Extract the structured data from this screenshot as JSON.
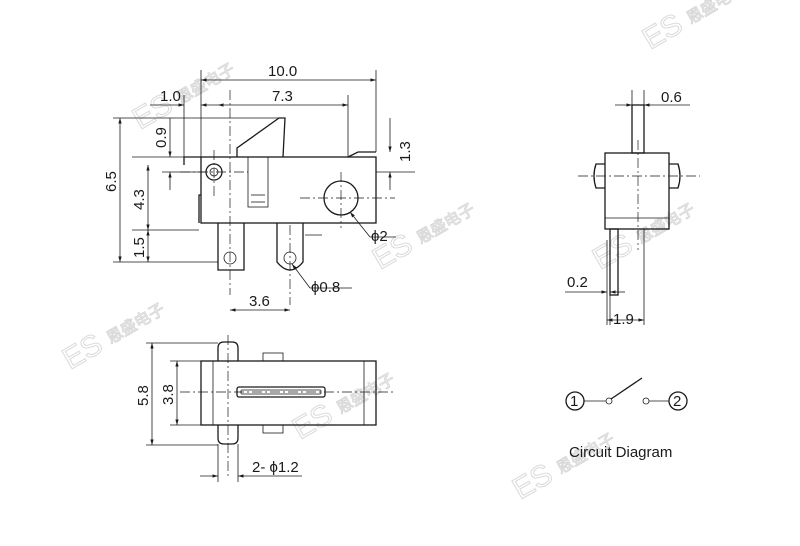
{
  "dimensions": {
    "overall_length": "10.0",
    "left_offset": "1.0",
    "body_length": "7.3",
    "lever_offset": "0.9",
    "total_height": "6.5",
    "body_height": "4.3",
    "terminal_length": "1.5",
    "lever_top": "1.3",
    "mount_hole": "ϕ2",
    "terminal_hole": "ϕ0.8",
    "terminal_pitch": "3.6",
    "shaft_width": "0.6",
    "tab_thickness": "0.2",
    "side_depth": "1.9",
    "width_outer": "5.8",
    "width_inner": "3.8",
    "pin_diameter": "2- ϕ1.2"
  },
  "circuit": {
    "caption": "Circuit Diagram",
    "terminal_1": "1",
    "terminal_2": "2"
  },
  "watermark": {
    "logo_text": "ES",
    "logo_cjk": "恩盛电子"
  }
}
